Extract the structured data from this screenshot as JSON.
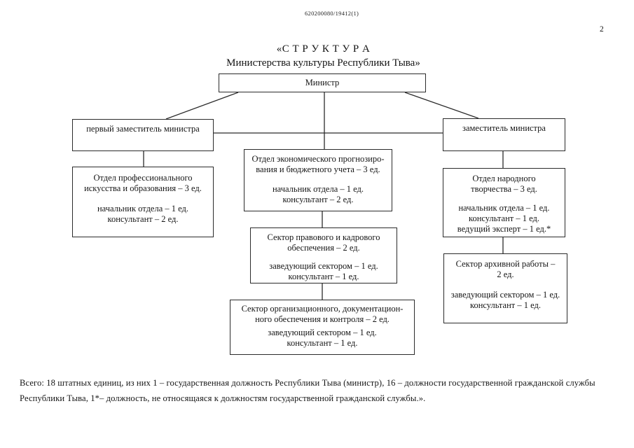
{
  "page_header": {
    "doc_number": "620200080/19412(1)",
    "page_number": "2"
  },
  "title": {
    "line1": "«С Т Р У К Т У Р А",
    "line2": "Министерства культуры Республики Тыва»"
  },
  "nodes": {
    "minister": {
      "label": "Министр"
    },
    "first_deputy": {
      "label": "первый заместитель министра"
    },
    "deputy": {
      "label": "заместитель министра"
    },
    "dept_professional_art": {
      "title_lines": [
        "Отдел профессионального",
        "искусства и образования – 3 ед."
      ],
      "staff_lines": [
        "начальник отдела – 1 ед.",
        "консультант – 2 ед."
      ]
    },
    "dept_economic": {
      "title_lines": [
        "Отдел экономического прогнозиро-",
        "вания и бюджетного учета – 3 ед."
      ],
      "staff_lines": [
        "начальник отдела – 1 ед.",
        "консультант – 2 ед."
      ]
    },
    "sector_legal": {
      "title_lines": [
        "Сектор правового и кадрового",
        "обеспечения – 2 ед."
      ],
      "staff_lines": [
        "заведующий сектором – 1 ед.",
        "консультант – 1 ед."
      ]
    },
    "sector_org": {
      "title_lines": [
        "Сектор организационного, документацион-",
        "ного обеспечения и контроля – 2 ед."
      ],
      "staff_lines": [
        "заведующий сектором – 1 ед.",
        "консультант – 1 ед."
      ]
    },
    "dept_folk": {
      "title_lines": [
        "Отдел народного",
        "творчества – 3 ед."
      ],
      "staff_lines": [
        "начальник отдела – 1 ед.",
        "консультант – 1 ед.",
        "ведущий эксперт – 1 ед.*"
      ]
    },
    "sector_archive": {
      "title_lines": [
        "Сектор архивной работы –",
        "2 ед."
      ],
      "staff_lines": [
        "заведующий сектором – 1 ед.",
        "консультант – 1 ед."
      ]
    }
  },
  "footer": {
    "line1": "Всего: 18 штатных единиц, из них 1 – государственная должность Республики Тыва (министр), 16 – должности государственной гражданской службы",
    "line2": "Республики Тыва, 1*– должность, не относящаяся к должностям государственной гражданской службы.»."
  },
  "colors": {
    "ink": "#1c1c1c",
    "paper": "#ffffff"
  }
}
